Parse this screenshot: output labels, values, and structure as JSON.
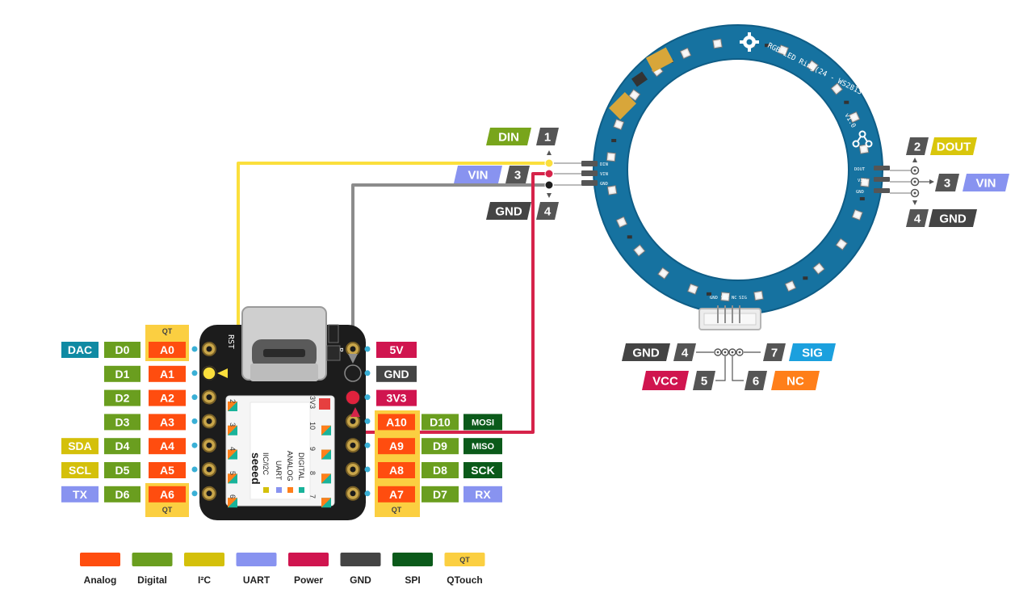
{
  "colors": {
    "analog": "#ff4d0f",
    "digital": "#6a9e1f",
    "i2c": "#d4c00a",
    "uart": "#8893f0",
    "power": "#d0154f",
    "gnd": "#444444",
    "spi": "#0b5a1a",
    "qtouch": "#fbcf41",
    "dac": "#0f8aa3",
    "ring_sig": "#1ba0de",
    "ring_nc": "#ff7f1a",
    "ring_din": "#78a51c",
    "ring_dout": "#d9c60b",
    "wire_yellow": "#fbdf3c",
    "wire_red": "#d6234a",
    "wire_gray": "#8c8c8c",
    "ring_pcb": "#1672a0"
  },
  "board": {
    "brand": "seeed",
    "silk": {
      "rst": "RST",
      "b": "B",
      "pin_2": "2",
      "pin_3": "3",
      "pin_4": "4",
      "pin_5": "5",
      "pin_6": "6",
      "pin_3v3": "3V3",
      "pin_10": "10",
      "pin_9": "9",
      "pin_8": "8",
      "pin_7": "7"
    },
    "mini_legend": {
      "iic": "IIC/I2C",
      "uart": "UART",
      "analog": "ANALOG",
      "digital": "DIGITAL"
    },
    "qt_top_left": "QT",
    "qt_bottom_left": "QT",
    "qt_bottom_right": "QT",
    "left_pins": [
      {
        "labels": [
          "DAC",
          "D0",
          "A0"
        ]
      },
      {
        "labels": [
          "D1",
          "A1"
        ]
      },
      {
        "labels": [
          "D2",
          "A2"
        ]
      },
      {
        "labels": [
          "D3",
          "A3"
        ]
      },
      {
        "labels": [
          "SDA",
          "D4",
          "A4"
        ]
      },
      {
        "labels": [
          "SCL",
          "D5",
          "A5"
        ]
      },
      {
        "labels": [
          "TX",
          "D6",
          "A6"
        ]
      }
    ],
    "right_pins": [
      {
        "labels": [
          "5V"
        ]
      },
      {
        "labels": [
          "GND"
        ]
      },
      {
        "labels": [
          "3V3"
        ]
      },
      {
        "labels": [
          "A10",
          "D10",
          "MOSI"
        ]
      },
      {
        "labels": [
          "A9",
          "D9",
          "MISO"
        ]
      },
      {
        "labels": [
          "A8",
          "D8",
          "SCK"
        ]
      },
      {
        "labels": [
          "A7",
          "D7",
          "RX"
        ]
      }
    ]
  },
  "ring": {
    "title": "RGB LED Ring(24 - WS2813 Mini)",
    "version": "v1.0",
    "input_header": {
      "pads": [
        "DIN",
        "VIN",
        "GND"
      ],
      "labels": [
        {
          "num": "1",
          "name": "DIN"
        },
        {
          "num": "3",
          "name": "VIN"
        },
        {
          "num": "4",
          "name": "GND"
        }
      ]
    },
    "output_header": {
      "pads": [
        "DOUT",
        "VIN",
        "GND"
      ],
      "labels": [
        {
          "num": "2",
          "name": "DOUT"
        },
        {
          "num": "3",
          "name": "VIN"
        },
        {
          "num": "4",
          "name": "GND"
        }
      ]
    },
    "grove": {
      "pads": [
        "GND",
        "VCC",
        "NC",
        "SIG"
      ],
      "labels": [
        {
          "num": "4",
          "name": "GND"
        },
        {
          "num": "7",
          "name": "SIG"
        },
        {
          "num": "5",
          "name": "VCC"
        },
        {
          "num": "6",
          "name": "NC"
        }
      ]
    }
  },
  "legend": [
    {
      "label": "Analog",
      "swatch": ""
    },
    {
      "label": "Digital",
      "swatch": ""
    },
    {
      "label": "I²C",
      "swatch": ""
    },
    {
      "label": "UART",
      "swatch": ""
    },
    {
      "label": "Power",
      "swatch": ""
    },
    {
      "label": "GND",
      "swatch": ""
    },
    {
      "label": "SPI",
      "swatch": ""
    },
    {
      "label": "QTouch",
      "swatch": "QT"
    }
  ]
}
